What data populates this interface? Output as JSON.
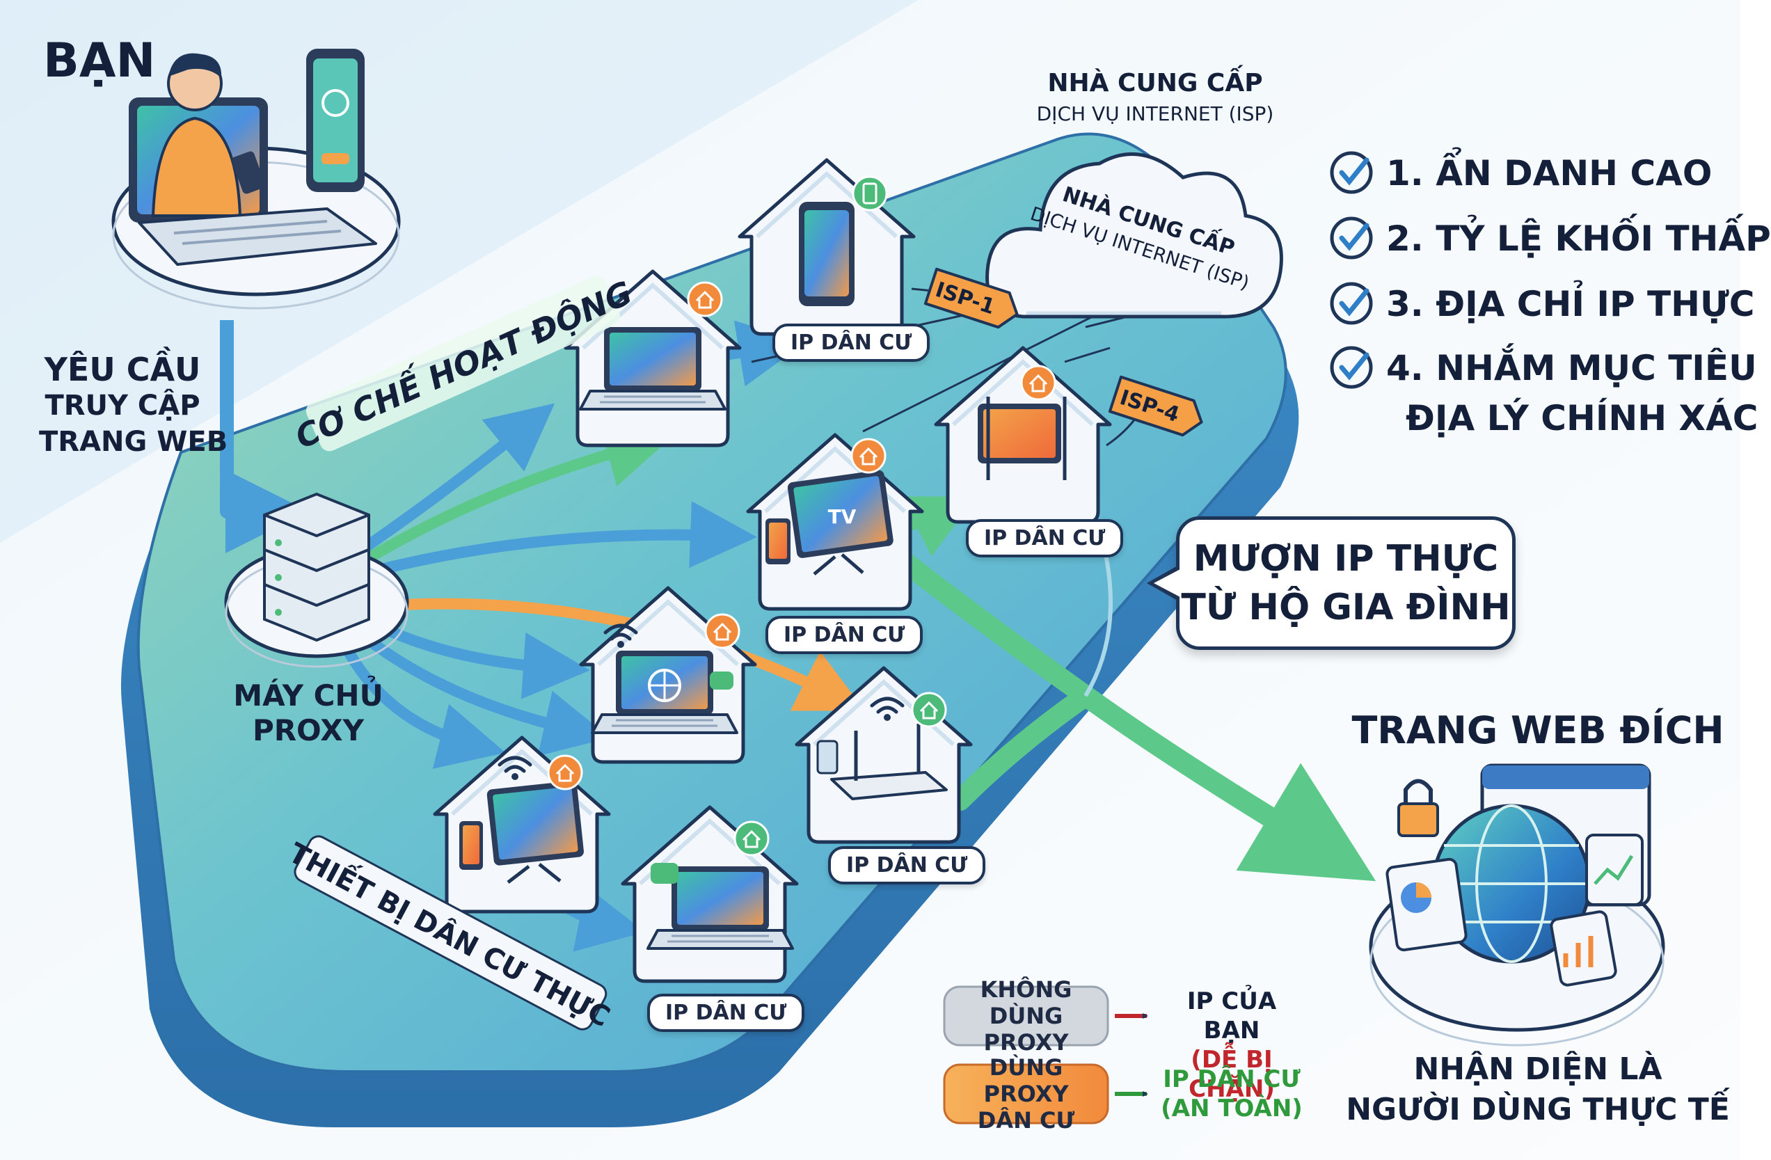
{
  "you": {
    "label": "BẠN"
  },
  "request": {
    "lines": [
      "YÊU CẦU",
      "TRUY CẬP",
      "TRANG WEB"
    ]
  },
  "proxy": {
    "lines": [
      "MÁY CHỦ",
      "PROXY"
    ]
  },
  "mechanism_label": "CƠ CHẾ HOẠT ĐỘNG",
  "devices_label": "THIẾT BỊ DÂN CƯ THỰC",
  "isp": {
    "title_top": "NHÀ CUNG CẤP",
    "title_bottom": "DỊCH VỤ INTERNET (ISP)",
    "cloud_lines": [
      "NHÀ CUNG CẤP",
      "DỊCH VỤ INTERNET (ISP)"
    ],
    "tag1": "ISP-1",
    "tag4": "ISP-4"
  },
  "residential_ip_label": "IP DÂN CƯ",
  "device_labels": {
    "tv": "TV"
  },
  "benefits": [
    "1. ẨN DANH CAO",
    "2. TỶ LỆ KHỐI THẤP",
    "3. ĐỊA CHỈ IP THỰC",
    "4. NHẮM MỤC TIÊU",
    "ĐỊA LÝ CHÍNH XÁC"
  ],
  "bubble": {
    "lines": [
      "MƯỢN IP THỰC",
      "TỪ HỘ GIA ĐÌNH"
    ]
  },
  "target": {
    "title": "TRANG WEB ĐÍCH",
    "caption_lines": [
      "NHẬN DIỆN LÀ",
      "NGƯỜI DÙNG THỰC TẾ"
    ]
  },
  "legend": {
    "no_proxy": {
      "box_lines": [
        "KHÔNG DÙNG",
        "PROXY"
      ],
      "result_lines": [
        "IP CỦA BẠN",
        "(DỄ BỊ CHẶN)"
      ]
    },
    "with_proxy": {
      "box_lines": [
        "DÙNG PROXY",
        "DÂN CƯ"
      ],
      "result_lines": [
        "IP DÂN CƯ",
        "(AN TOÀN)"
      ]
    }
  },
  "colors": {
    "platform": "#5fb2d9",
    "platform_green": "#8fd3a8",
    "arrow_blue": "#4a9fd8",
    "arrow_green": "#5cc98a",
    "arrow_orange": "#f5a34b",
    "isp_tag": "#f5a047",
    "danger": "#c0262b",
    "safe": "#2f9a3c",
    "ink": "#14203a"
  }
}
